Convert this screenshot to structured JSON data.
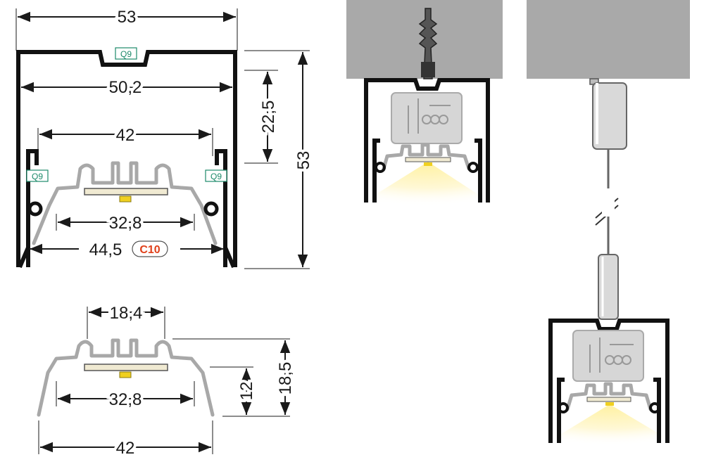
{
  "drawing1": {
    "outer_width": "53",
    "inner_width": "50,2",
    "diffuser_width": "42",
    "top_height": "22,5",
    "total_height": "53",
    "led_width": "32,8",
    "opening_width": "44,5",
    "tag_top": "Q9",
    "tag_left": "Q9",
    "tag_right": "Q9",
    "clip_tag": "C10"
  },
  "drawing2": {
    "top_width": "18,4",
    "led_width": "32,8",
    "bottom_width": "42",
    "inner_height": "12",
    "total_height": "18,5"
  },
  "colors": {
    "profile": "#111111",
    "diffuser": "#a8a8a8",
    "ceiling": "#a9a9a9",
    "tag_green": "#1d8a6a",
    "tag_red": "#e0401a",
    "led_yellow": "#f0d020",
    "light_cone": "#fff3b0"
  }
}
